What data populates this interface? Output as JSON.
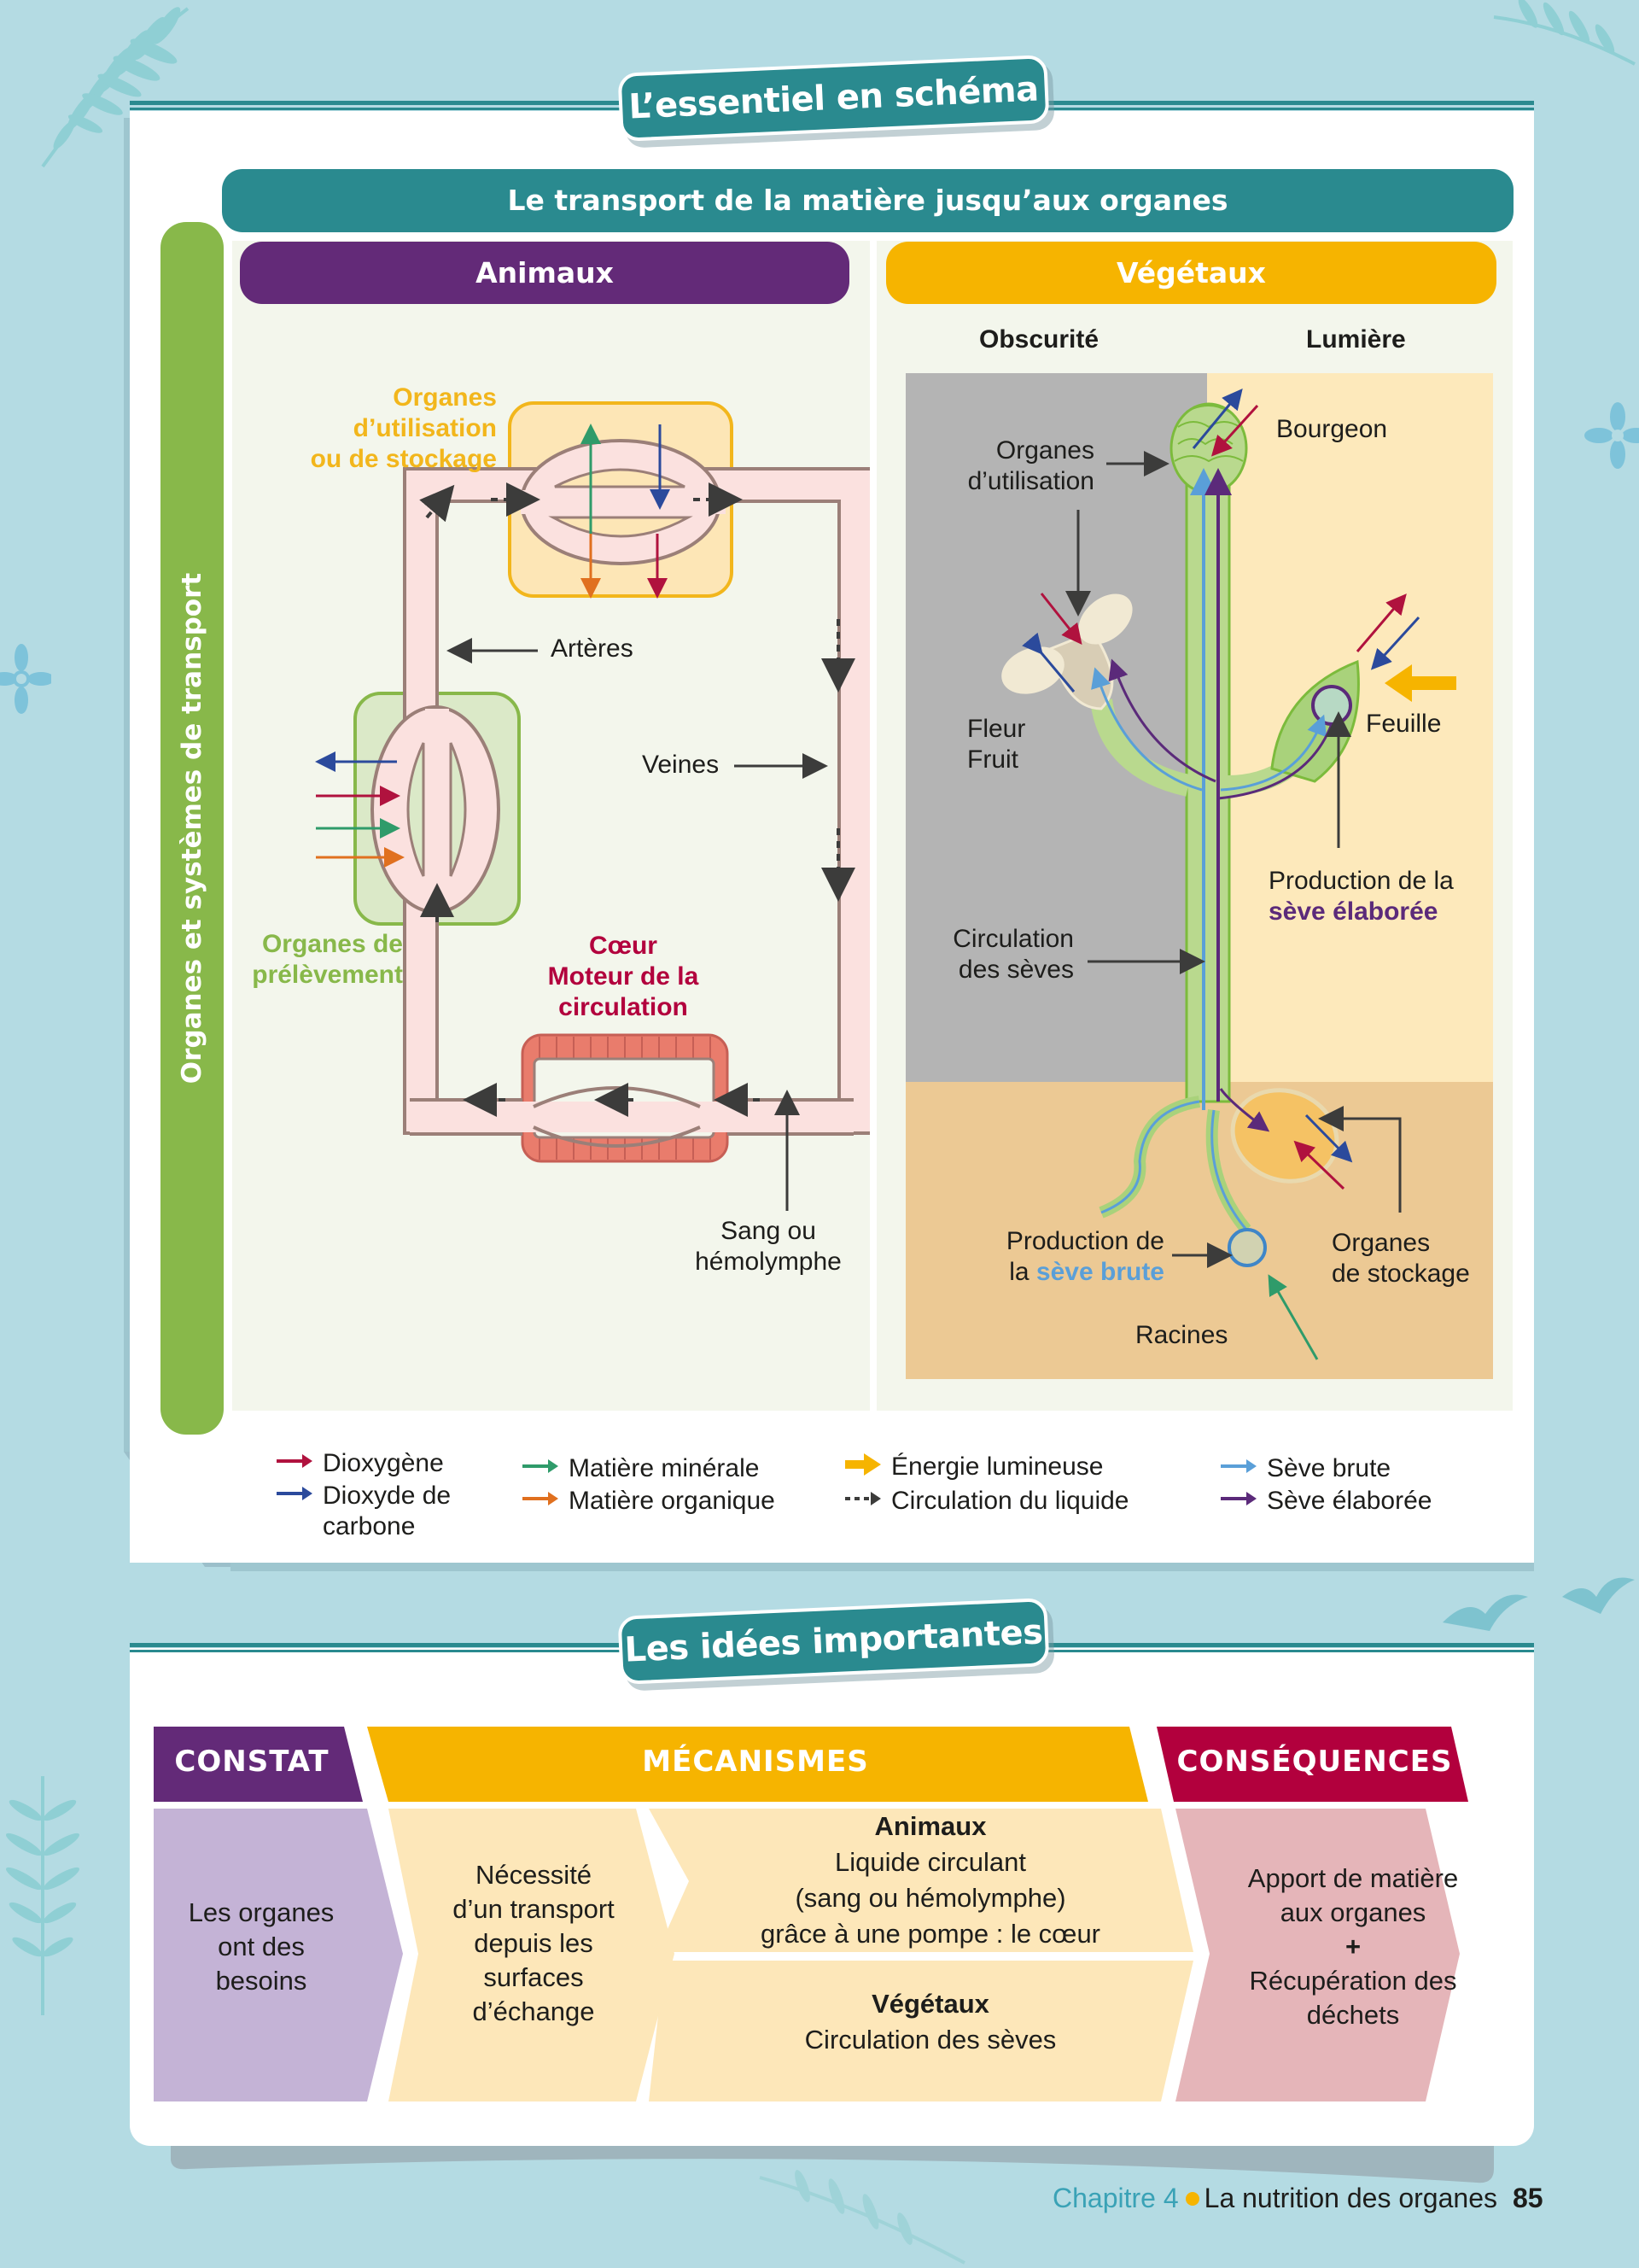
{
  "schema_section": {
    "tag": "L’essentiel en schéma",
    "main_banner": "Le transport de la matière jusqu’aux organes",
    "side_banner": "Organes et systèmes de transport",
    "animals": {
      "header": "Animaux",
      "labels": {
        "usage_organs": [
          "Organes",
          "d’utilisation",
          "ou de stockage"
        ],
        "arteries": "Artères",
        "veins": "Veines",
        "intake_organs": [
          "Organes de",
          "prélèvement"
        ],
        "heart": [
          "Cœur",
          "Moteur de la",
          "circulation"
        ],
        "blood": [
          "Sang ou",
          "hémolymphe"
        ]
      }
    },
    "plants": {
      "header": "Végétaux",
      "zone_dark": "Obscurité",
      "zone_light": "Lumière",
      "labels": {
        "usage_organs": [
          "Organes",
          "d’utilisation"
        ],
        "bud": "Bourgeon",
        "flower_fruit": [
          "Fleur",
          "Fruit"
        ],
        "leaf": "Feuille",
        "elaborated_sap_prod_1": "Production de la",
        "elaborated_sap_prod_2": "sève élaborée",
        "sap_circulation": [
          "Circulation",
          "des sèves"
        ],
        "raw_sap_prod_1": "Production de",
        "raw_sap_prod_2a": "la ",
        "raw_sap_prod_2b": "sève brute",
        "storage_organs": [
          "Organes",
          "de stockage"
        ],
        "roots": "Racines"
      }
    },
    "legend": [
      {
        "label": "Dioxygène",
        "color": "#b0123e",
        "kind": "arrow"
      },
      {
        "label": "Dioxyde de carbone",
        "color": "#2b4a9c",
        "kind": "arrow"
      },
      {
        "label": "Matière minérale",
        "color": "#2f9b6a",
        "kind": "arrow"
      },
      {
        "label": "Matière organique",
        "color": "#e0701f",
        "kind": "arrow"
      },
      {
        "label": "Énergie lumineuse",
        "color": "#f6b400",
        "kind": "thick-arrow"
      },
      {
        "label": "Circulation du liquide",
        "color": "#3c3c3b",
        "kind": "dashed-arrow"
      },
      {
        "label": "Sève brute",
        "color": "#5a9fd8",
        "kind": "arrow"
      },
      {
        "label": "Sève élaborée",
        "color": "#5b2a7a",
        "kind": "arrow"
      }
    ]
  },
  "ideas_section": {
    "tag": "Les idées importantes",
    "headers": {
      "constat": "CONSTAT",
      "mecanismes": "MÉCANISMES",
      "consequences": "CONSÉQUENCES"
    },
    "constat_text": [
      "Les organes",
      "ont des",
      "besoins"
    ],
    "necessity_text": [
      "Nécessité",
      "d’un transport",
      "depuis les",
      "surfaces",
      "d’échange"
    ],
    "animals": {
      "title": "Animaux",
      "lines": [
        "Liquide circulant",
        "(sang ou hémolymphe)",
        "grâce à une pompe : le cœur"
      ]
    },
    "plants": {
      "title": "Végétaux",
      "lines": [
        "Circulation des sèves"
      ]
    },
    "consequences_text": [
      "Apport de matière",
      "aux organes",
      "+",
      "Récupération des",
      "déchets"
    ]
  },
  "footer": {
    "chapter": "Chapitre 4",
    "title": "La nutrition des organes",
    "page": "85"
  },
  "colors": {
    "teal": "#2a8a8f",
    "purple": "#632a78",
    "yellow": "#f6b400",
    "green": "#88b84a",
    "crimson": "#b2003d",
    "background": "#b4dbe3"
  }
}
